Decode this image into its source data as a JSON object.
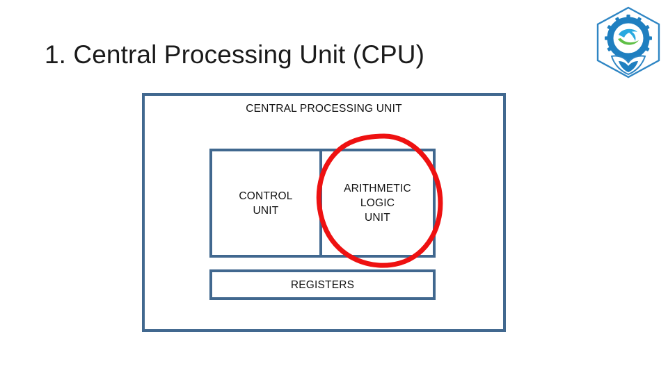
{
  "slide": {
    "title": "1. Central Processing Unit (CPU)",
    "background_color": "#ffffff"
  },
  "diagram": {
    "type": "block-diagram",
    "header_label": "CENTRAL PROCESSING UNIT",
    "box_border_color": "#41688f",
    "box_fill_color": "#ffffff",
    "text_color": "#121212",
    "blocks": [
      {
        "id": "control-unit",
        "label": "CONTROL\nUNIT",
        "row": 1,
        "column": 1
      },
      {
        "id": "arithmetic-logic-unit",
        "label": "ARITHMETIC\nLOGIC\nUNIT",
        "row": 1,
        "column": 2
      },
      {
        "id": "registers",
        "label": "REGISTERS",
        "row": 2,
        "column": 1
      }
    ]
  },
  "annotation": {
    "shape": "ellipse",
    "color": "#ee1111",
    "stroke_width": 6,
    "targets": "arithmetic-logic-unit"
  },
  "logo": {
    "name": "organization-logo",
    "shape": "hexagon",
    "gear_color": "#1f7fc0",
    "swoosh_colors": [
      "#2aa9e0",
      "#5fbf46"
    ],
    "outline_color": "#1f7fc0"
  }
}
